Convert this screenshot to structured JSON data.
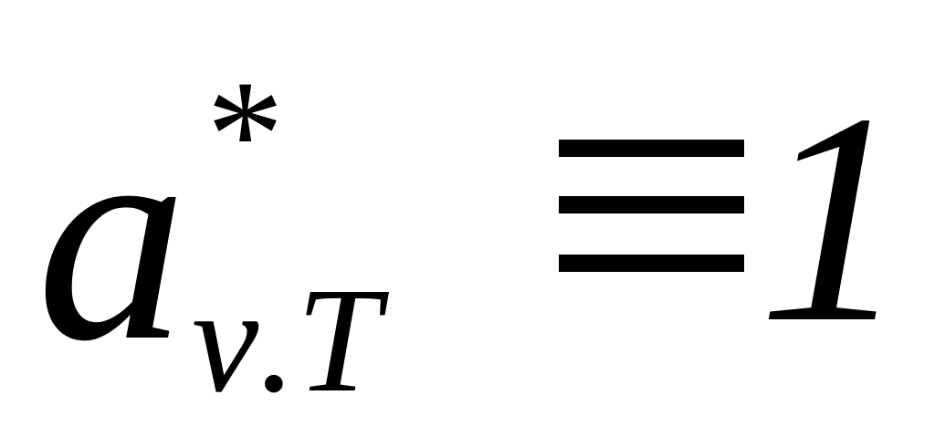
{
  "formula": {
    "base": "a",
    "superscript": "*",
    "subscript": "ν.T",
    "operator": "≡",
    "rhs": "1",
    "color": "#000000",
    "background": "#ffffff"
  }
}
